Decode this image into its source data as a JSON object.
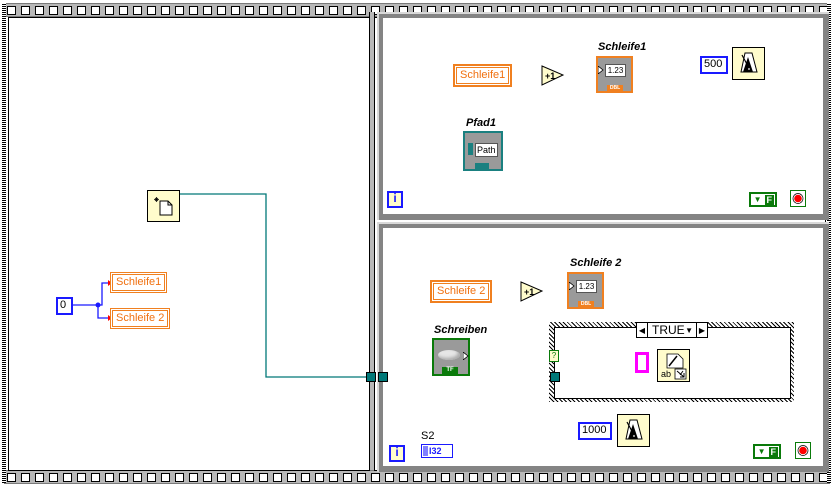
{
  "diagram": {
    "title": "LabVIEW Block Diagram",
    "outer_frame": {
      "type": "flat-sequence",
      "frames": 2
    },
    "left_frame": {
      "new_file_icon": "new-file-icon",
      "numeric_constant": "0",
      "local_variables": [
        "Schleife1",
        "Schleife 2"
      ]
    },
    "loop1": {
      "local_var": "Schleife1",
      "increment_label": "+1",
      "indicator_label": "Schleife1",
      "indicator_display": "1.23",
      "indicator_type": "DBL",
      "path_label": "Pfad1",
      "path_text": "Path",
      "wait_ms": "500",
      "iteration_label": "i",
      "stop_const": "F"
    },
    "loop2": {
      "local_var": "Schleife 2",
      "increment_label": "+1",
      "indicator_label": "Schleife 2",
      "indicator_display": "1.23",
      "indicator_type": "DBL",
      "bool_label": "Schreiben",
      "bool_type": "TF",
      "case_selector": "TRUE",
      "case_selector_terminal": "?",
      "wait_ms": "1000",
      "iteration_label": "i",
      "s2_label": "S2",
      "s2_type": "I32",
      "stop_const": "F"
    },
    "colors": {
      "double_wire": "#f08020",
      "int_wire": "#1a1aff",
      "refnum_wire": "#007878",
      "bool_wire": "#0a7a0a",
      "string_wire": "#ff00ff",
      "loop_border": "#848484"
    }
  }
}
